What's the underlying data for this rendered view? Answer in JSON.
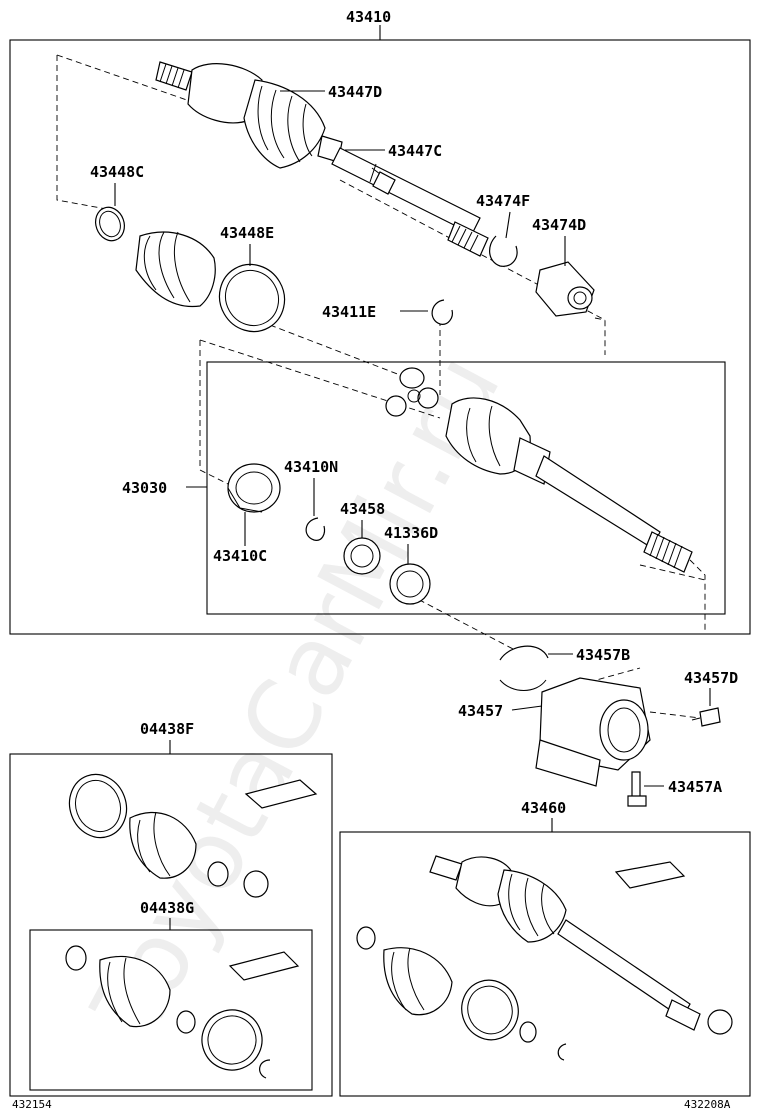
{
  "parts": {
    "assembly_main": "43410",
    "boot_inner_label": "43447D",
    "band_inner_label": "43447C",
    "clamp_outer_small": "43448C",
    "clamp_outer_large": "43448E",
    "clip_f": "43474F",
    "damper_d": "43474D",
    "snap_ring_e": "43411E",
    "inner_joint_sub": "43030",
    "snap_ring_n": "43410N",
    "bearing_c": "43410C",
    "seal_43458": "43458",
    "seal_41336d": "41336D",
    "bracket_band": "43457B",
    "bolt_d": "43457D",
    "bracket": "43457",
    "bolt_a": "43457A",
    "boot_kit_f": "04438F",
    "boot_kit_g": "04438G",
    "shaft_assembly": "43460"
  },
  "footer": {
    "left_code": "432154",
    "right_code": "432208A"
  },
  "watermark": "ToyotaCarMir.ru"
}
